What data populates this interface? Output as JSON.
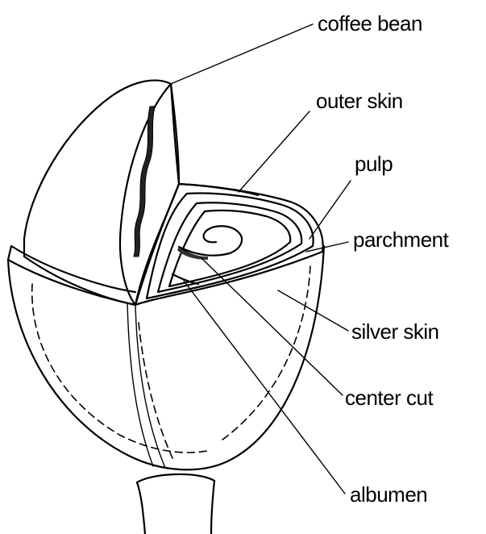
{
  "labels": {
    "coffee_bean": "coffee bean",
    "outer_skin": "outer skin",
    "pulp": "pulp",
    "parchment": "parchment",
    "silver_skin": "silver skin",
    "center_cut": "center cut",
    "albumen": "albumen"
  },
  "colors": {
    "ink": "#000000",
    "background": "#ffffff",
    "stipple": "#555555"
  }
}
